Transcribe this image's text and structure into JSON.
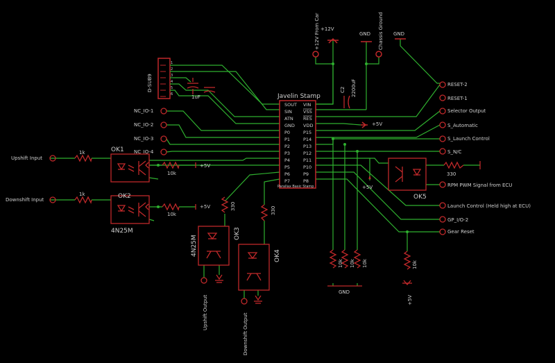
{
  "chip": {
    "name": "Javelin Stamp",
    "part": "Parallax Basic Stamp",
    "left_pins": [
      "SOUT",
      "SIN",
      "ATN",
      "GND",
      "P0",
      "P1",
      "P2",
      "P3",
      "P4",
      "P5",
      "P6",
      "P7"
    ],
    "right_pins": [
      "VIN",
      "VSS",
      "RES",
      "VDD",
      "P15",
      "P14",
      "P13",
      "P12",
      "P11",
      "P10",
      "P9",
      "P8"
    ]
  },
  "connector": {
    "name": "D-SUB9",
    "pins": [
      "1",
      "2",
      "3",
      "4",
      "5",
      "6"
    ]
  },
  "power": {
    "v12": "+12V",
    "v12_from_car": "+12V From Car",
    "gnd1": "GND",
    "chassis_ground": "Chassis Ground",
    "gnd2": "GND",
    "v5_mid": "+5V",
    "v5_ok1": "+5V",
    "v5_ok2": "+5V",
    "v5_ok5": "+5V",
    "v5_pullup": "+5V",
    "gnd_bottom": "GND"
  },
  "caps": {
    "c1_value": "1uF",
    "c2_name": "C2",
    "c2_value": "2200uF"
  },
  "left_nets": {
    "nc1": "NC_IO-1",
    "nc2": "NC_IO-2",
    "nc3": "NC_IO-3",
    "nc4": "NC_IO-4",
    "upshift_input": "Upshift Input",
    "downshift_input": "Downshift Input"
  },
  "resistors": {
    "r_up": "1k",
    "r_down": "1k",
    "r_ok1": "10k",
    "r_ok2": "10k",
    "r_330_a": "330",
    "r_330_b": "330",
    "r_ok5": "330",
    "r_pd1": "10k",
    "r_pd2": "10k",
    "r_pd3": "10k",
    "r_pd4": "10k"
  },
  "optos": {
    "ok1": "OK1",
    "ok2": "OK2",
    "ok2_part": "4N25M",
    "ok3": "OK3",
    "ok3_part": "4N25M",
    "ok4": "OK4",
    "ok5": "OK5"
  },
  "right_nets": [
    "RESET-2",
    "RESET-1",
    "Selector Output",
    "S_Automatic",
    "S_Launch Control",
    "S_N/C",
    "RPM PWM Signal from ECU",
    "Launch Control (Held high at ECU)",
    "GP_I/O-2",
    "Gear Reset"
  ],
  "outputs": {
    "upshift_output": "Upshift Output",
    "downshift_output": "Downshift Output"
  }
}
